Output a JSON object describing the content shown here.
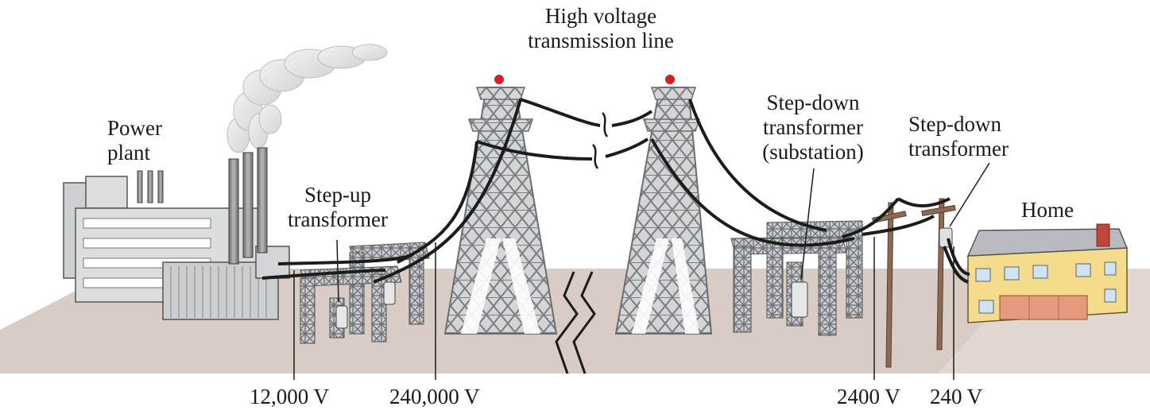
{
  "labels": {
    "power_plant": "Power\nplant",
    "step_up": "Step-up\ntransformer",
    "hv_line": "High voltage\ntransmission line",
    "substation": "Step-down\ntransformer\n(substation)",
    "pole_transformer": "Step-down\ntransformer",
    "home": "Home"
  },
  "voltages": {
    "generation": "12,000 V",
    "transmission": "240,000 V",
    "distribution": "2400 V",
    "household": "240 V"
  },
  "colors": {
    "ground": "#d8ccc4",
    "steel": "#b9bcbf",
    "steel_dark": "#6f7378",
    "plant_wall": "#d9dadb",
    "cable": "#1c1c1c",
    "house_wall": "#f5dc8c",
    "house_roof": "#b8bcc0",
    "pole": "#8a6a55",
    "beacon": "#d42020",
    "chimney_cap": "#c0453a"
  }
}
